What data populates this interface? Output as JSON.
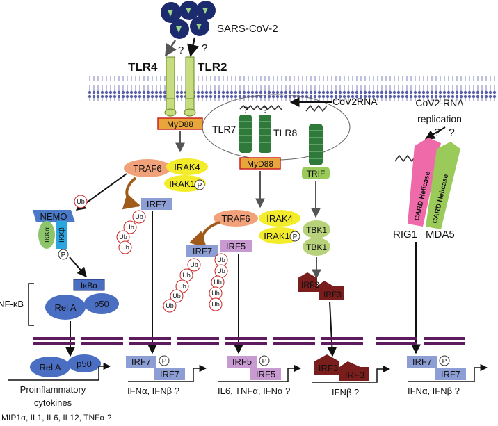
{
  "virus": {
    "label": "SARS-CoV-2",
    "q1": "?",
    "q2": "?"
  },
  "receptors": {
    "tlr4": "TLR4",
    "tlr2": "TLR2",
    "tlr7": "TLR7",
    "tlr8": "TLR8",
    "q_tlr7": "?",
    "q_tlr8": "?"
  },
  "adaptors": {
    "myd88_a": "MyD88",
    "myd88_b": "MyD88",
    "trif": "TRIF"
  },
  "rna": {
    "cov2rna": "CoV2RNA",
    "replication_line1": "CoV2-RNA",
    "replication_line2": "replication",
    "q1": "?",
    "q2": "?"
  },
  "rlr": {
    "card_helicase_1": "CARD Helicase",
    "card_helicase_2": "CARD Helicase",
    "rig1": "RIG1",
    "mda5": "MDA5"
  },
  "kinases": {
    "traf6_a": "TRAF6",
    "irak4_a": "IRAK4",
    "irak1_a": "IRAK1",
    "traf6_b": "TRAF6",
    "irak4_b": "IRAK4",
    "irak1_b": "IRAK1",
    "tbk1_a": "TBK1",
    "tbk1_b": "TBK1",
    "p": "P"
  },
  "nfkb": {
    "nemo": "NEMO",
    "ikka": "IKKα",
    "ikkb": "IKKβ",
    "ikba": "IκBα",
    "rela": "Rel A",
    "p50": "p50",
    "complex": "NF-κB"
  },
  "ub": "Ub",
  "factors": {
    "irf7": "IRF7",
    "irf5": "IRF5",
    "irf3": "IRF3"
  },
  "nuclear": {
    "rela": "Rel A",
    "p50": "p50"
  },
  "outputs": {
    "proinflammatory_line1": "Proinflammatory",
    "proinflammatory_line2": "cytokines",
    "cytokine_list": "MIP1α, IL1, IL6, IL12, TNFα ?",
    "ifn_ab_1": "IFNα, IFNβ ?",
    "il6_tnf_ifna": "IL6, TNFα, IFNα ?",
    "ifnb": "IFNβ ?",
    "ifn_ab_2": "IFNα, IFNβ ?"
  },
  "colors": {
    "virus": "#1c2a6e",
    "tlr": "#c7dc7e",
    "tlr_dark": "#6a8a2a",
    "myd88": "#e8a63a",
    "endo_tlr": "#2f7a3a",
    "traf6": "#f2a27a",
    "irak": "#f3ec2a",
    "irf": "#8c9ed4",
    "irf5": "#c79ad1",
    "irf3": "#7a1d1d",
    "nemo": "#4a79c8",
    "ikka": "#8cc56a",
    "ikkb": "#2aa5e0",
    "rela": "#4a6fc2",
    "tbk1": "#b7d27a",
    "rig1": "#ef6aa8",
    "mda5": "#9acb5a",
    "nuclear": "#5e1a5e",
    "ub": "#cc2222"
  }
}
